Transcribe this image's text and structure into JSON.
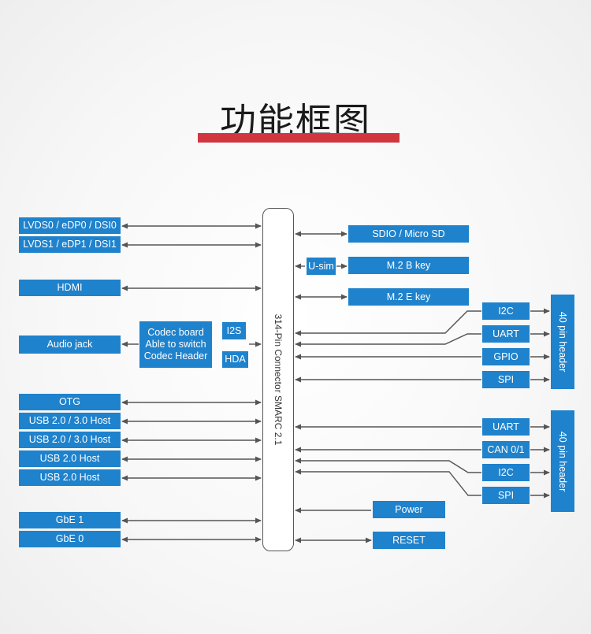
{
  "title": "功能框图",
  "connector": "314-Pin Connector SMARC 2.1",
  "left": {
    "lvds0": "LVDS0 / eDP0 / DSI0",
    "lvds1": "LVDS1 / eDP1 / DSI1",
    "hdmi": "HDMI",
    "audio": "Audio jack",
    "codec": "Codec board\nAble to switch\nCodec Header",
    "i2s": "I2S",
    "hda": "HDA",
    "otg": "OTG",
    "usb_a": "USB 2.0 / 3.0 Host",
    "usb_b": "USB 2.0 / 3.0 Host",
    "usb_c": "USB 2.0 Host",
    "usb_d": "USB 2.0 Host",
    "gbe1": "GbE 1",
    "gbe0": "GbE 0"
  },
  "right": {
    "sdio": "SDIO / Micro SD",
    "usim": "U-sim",
    "m2b": "M.2 B key",
    "m2e": "M.2 E key",
    "i2c_1": "I2C",
    "uart_1": "UART",
    "gpio": "GPIO",
    "spi_1": "SPI",
    "header_1": "40 pin header",
    "uart_2": "UART",
    "can": "CAN 0/1",
    "i2c_2": "I2C",
    "spi_2": "SPI",
    "header_2": "40 pin header",
    "power": "Power",
    "reset": "RESET"
  },
  "colors": {
    "box": "#1f82cc",
    "accent": "#d1353f",
    "line": "#555555"
  }
}
